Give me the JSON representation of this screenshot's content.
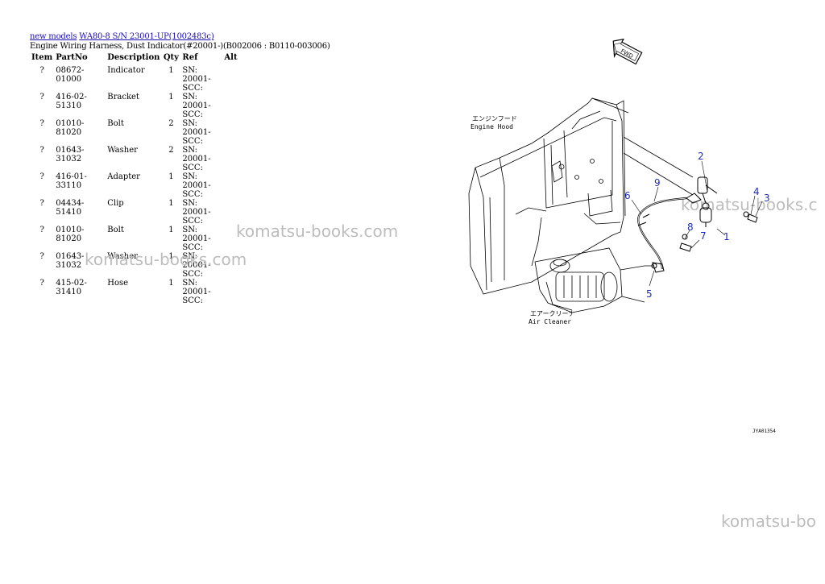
{
  "breadcrumb": {
    "link1": "new models",
    "link2": "WA80-8 S/N 23001-UP(1002483c)"
  },
  "subtitle": "Engine Wiring Harness, Dust Indicator(#20001-)(B002006 : B0110-003006)",
  "table": {
    "headers": [
      "Item",
      "PartNo",
      "Description",
      "Qty",
      "Ref",
      "Alt"
    ],
    "rows": [
      {
        "item": "?",
        "partno": "08672-01000",
        "desc": "Indicator",
        "qty": "1",
        "ref1": "SN: 20001-",
        "ref2": "SCC:"
      },
      {
        "item": "?",
        "partno": "416-02-51310",
        "desc": "Bracket",
        "qty": "1",
        "ref1": "SN: 20001-",
        "ref2": "SCC:"
      },
      {
        "item": "?",
        "partno": "01010-81020",
        "desc": "Bolt",
        "qty": "2",
        "ref1": "SN: 20001-",
        "ref2": "SCC:"
      },
      {
        "item": "?",
        "partno": "01643-31032",
        "desc": "Washer",
        "qty": "2",
        "ref1": "SN: 20001-",
        "ref2": "SCC:"
      },
      {
        "item": "?",
        "partno": "416-01-33110",
        "desc": "Adapter",
        "qty": "1",
        "ref1": "SN: 20001-",
        "ref2": "SCC:"
      },
      {
        "item": "?",
        "partno": "04434-51410",
        "desc": "Clip",
        "qty": "1",
        "ref1": "SN: 20001-",
        "ref2": "SCC:"
      },
      {
        "item": "?",
        "partno": "01010-81020",
        "desc": "Bolt",
        "qty": "1",
        "ref1": "SN: 20001-",
        "ref2": "SCC:"
      },
      {
        "item": "?",
        "partno": "01643-31032",
        "desc": "Washer",
        "qty": "1",
        "ref1": "SN: 20001-",
        "ref2": "SCC:"
      },
      {
        "item": "?",
        "partno": "415-02-31410",
        "desc": "Hose",
        "qty": "1",
        "ref1": "SN: 20001-",
        "ref2": "SCC:"
      }
    ]
  },
  "watermarks": {
    "w1": "komatsu-books.com",
    "w2": "komatsu-books.com",
    "w3": "komatsu-books.c",
    "w4": "komatsu-bo"
  },
  "diagram": {
    "engine_hood_jp": "エンジンフード",
    "engine_hood_en": "Engine Hood",
    "air_cleaner_jp": "エアークリーナ",
    "air_cleaner_en": "Air Cleaner",
    "fwd": "FWD",
    "drawing_no": "JYA01354",
    "callouts": [
      "1",
      "2",
      "3",
      "4",
      "5",
      "6",
      "7",
      "8",
      "9"
    ]
  }
}
